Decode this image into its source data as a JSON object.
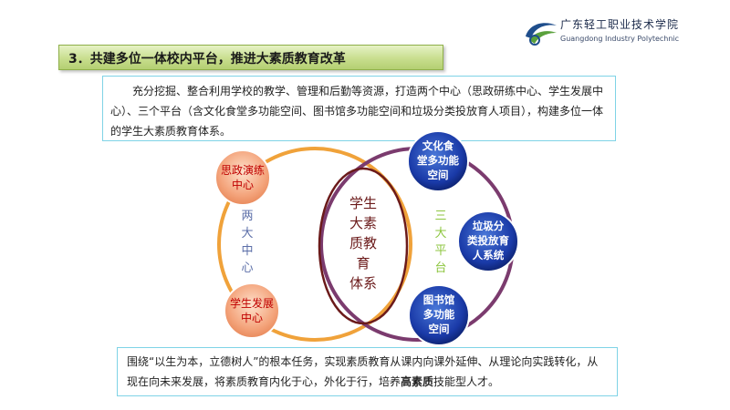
{
  "logo": {
    "school_name": "广东轻工职业技术学院",
    "school_name_en": "Guangdong Industry Polytechnic",
    "colors": {
      "swoosh_blue": "#1f4e8c",
      "swoosh_green": "#5aa13c"
    }
  },
  "section_title": "3．共建多位一体校内平台，推进大素质教育改革",
  "intro_text": "充分挖掘、整合利用学校的教学、管理和后勤等资源，打造两个中心（思政研练中心、学生发展中心）、三个平台（含文化食堂多功能空间、图书馆多功能空间和垃圾分类投放育人项目），构建多位一体的学生大素质教育体系。",
  "diagram": {
    "left_group_label": [
      "两",
      "大",
      "中",
      "心"
    ],
    "right_group_label": [
      "三",
      "大",
      "平",
      "台"
    ],
    "core_label": [
      "学生",
      "大素",
      "质教",
      "育",
      "体系"
    ],
    "centers": [
      {
        "label": [
          "思政演练",
          "中心"
        ]
      },
      {
        "label": [
          "学生发展",
          "中心"
        ]
      }
    ],
    "platforms": [
      {
        "label": [
          "文化食",
          "堂多功能",
          "空间"
        ]
      },
      {
        "label": [
          "垃圾分",
          "类投放育",
          "人系统"
        ]
      },
      {
        "label": [
          "图书馆",
          "多功能",
          "空间"
        ]
      }
    ],
    "colors": {
      "left_ring": "#f0a23a",
      "right_ring": "#7b3b6e",
      "core_ring": "#6b1a1a",
      "core_text": "#6b1a1a",
      "left_label": "#5b6ea8",
      "right_label": "#8dc63f",
      "center_fill": "#f2a27a",
      "center_text": "#c00000",
      "platform_fill": "#1f3fa0",
      "platform_text": "#ffffff"
    }
  },
  "summary": {
    "text_before_bold": "围绕“以生为本，立德树人”的根本任务，实现素质教育从课内向课外延伸、从理论向实践转化，从现在向未来发展，将素质教育内化于心，外化于行，培养",
    "bold_text": "高素质",
    "text_after_bold": "技能型人才。"
  }
}
